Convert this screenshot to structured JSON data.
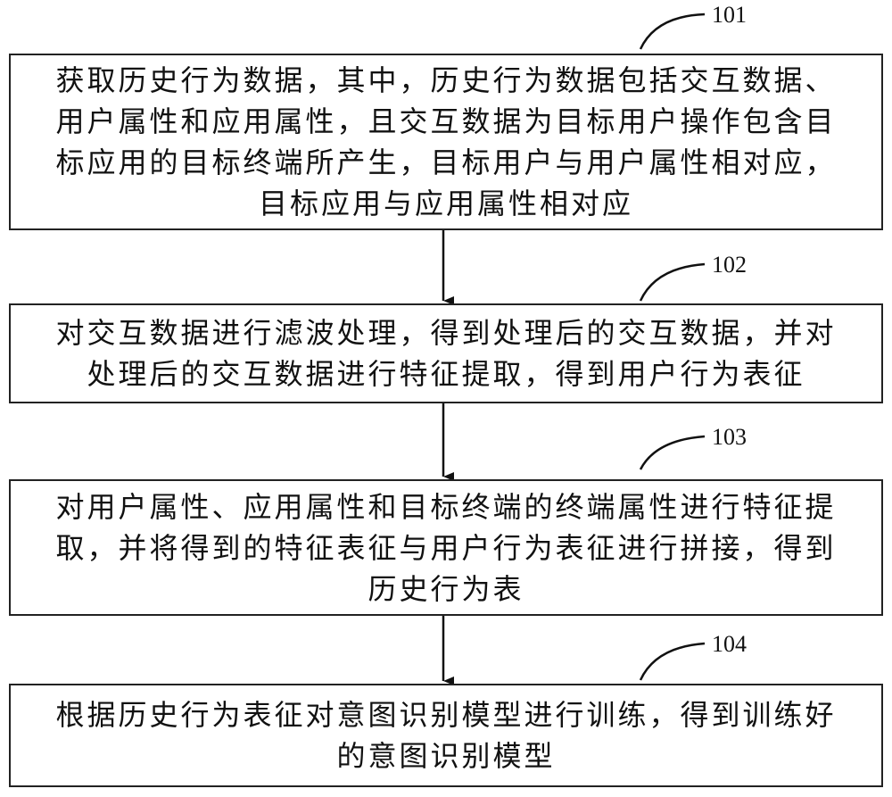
{
  "steps": [
    {
      "ref": "101",
      "lines": [
        "获取历史行为数据，其中，历史行为数据包括交互数据、",
        "用户属性和应用属性，且交互数据为目标用户操作包含目",
        "标应用的目标终端所产生，目标用户与用户属性相对应，",
        "目标应用与应用属性相对应"
      ]
    },
    {
      "ref": "102",
      "lines": [
        "对交互数据进行滤波处理，得到处理后的交互数据，并对",
        "处理后的交互数据进行特征提取，得到用户行为表征"
      ]
    },
    {
      "ref": "103",
      "lines": [
        "对用户属性、应用属性和目标终端的终端属性进行特征提",
        "取，并将得到的特征表征与用户行为表征进行拼接，得到",
        "历史行为表"
      ]
    },
    {
      "ref": "104",
      "lines": [
        "根据历史行为表征对意图识别模型进行训练，得到训练好",
        "的意图识别模型"
      ]
    }
  ]
}
